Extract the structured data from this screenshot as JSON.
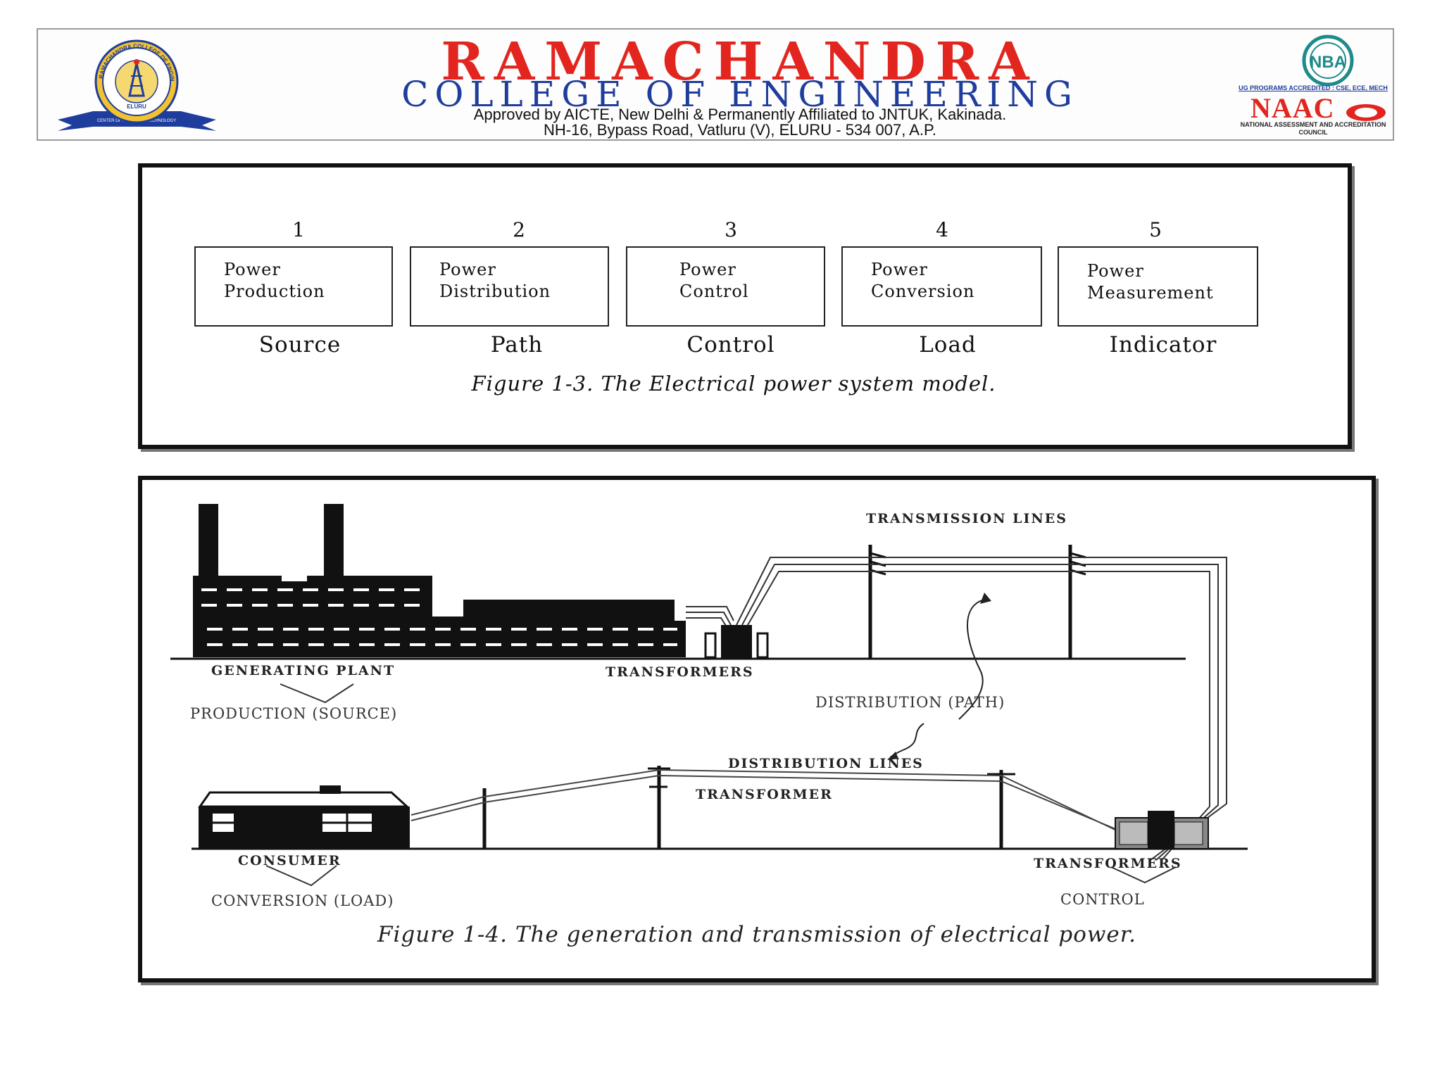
{
  "header": {
    "college_name": "RAMACHANDRA",
    "college_subtitle": "COLLEGE OF ENGINEERING",
    "approval_line": "Approved by AICTE, New Delhi & Permanently Affiliated to JNTUK, Kakinada.",
    "address_line": "NH-16, Bypass Road, Vatluru (V), ELURU - 534 007, A.P.",
    "accreditation_ug": "UG PROGRAMS ACCREDITED : CSE, ECE, MECH",
    "accreditation_naac": "NAAC",
    "accreditation_naac_full": "NATIONAL ASSESSMENT AND ACCREDITATION COUNCIL",
    "nba_label": "NBA",
    "logo_text": "RAMACHANDRA COLLEGE OF ENGINEERING",
    "logo_place": "ELURU",
    "colors": {
      "title_red": "#e2261f",
      "subtitle_blue": "#1f3d9c"
    }
  },
  "figure_13": {
    "stages": [
      {
        "number": "1",
        "line1": "Power",
        "line2": "Production",
        "role": "Source"
      },
      {
        "number": "2",
        "line1": "Power",
        "line2": "Distribution",
        "role": "Path"
      },
      {
        "number": "3",
        "line1": "Power",
        "line2": "Control",
        "role": "Control"
      },
      {
        "number": "4",
        "line1": "Power",
        "line2": "Conversion",
        "role": "Load"
      },
      {
        "number": "5",
        "line1": "Power",
        "line2": "Measurement",
        "role": "Indicator"
      }
    ],
    "caption": "Figure 1-3. The Electrical power system model."
  },
  "figure_14": {
    "labels": {
      "transmission_lines": "TRANSMISSION LINES",
      "generating_plant": "GENERATING PLANT",
      "production_source": "PRODUCTION (SOURCE)",
      "transformers_top": "TRANSFORMERS",
      "distribution_path": "DISTRIBUTION (PATH)",
      "distribution_lines": "DISTRIBUTION LINES",
      "transformer": "TRANSFORMER",
      "consumer": "CONSUMER",
      "conversion_load": "CONVERSION (LOAD)",
      "transformers_bottom": "TRANSFORMERS",
      "control": "CONTROL"
    },
    "caption": "Figure 1-4. The generation and transmission of electrical power."
  }
}
